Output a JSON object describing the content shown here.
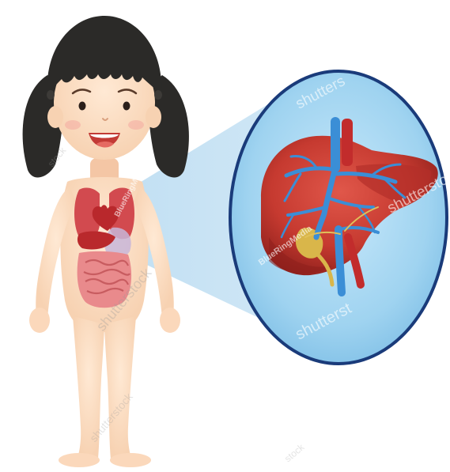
{
  "illustration": {
    "subject": "girl-body-liver",
    "watermarks": {
      "brand_large": "shutterstock",
      "brand_partial_1": "shutterst",
      "brand_partial_2": "shutters",
      "brand_partial_3": "shutterstock",
      "artist_1": "BlueRingMedia",
      "artist_2": "BlueRingMedia",
      "stock_small_1": "shutterstock",
      "stock_small_2": "stock",
      "stock_small_3": "stock"
    },
    "colors": {
      "hair": "#2b2a28",
      "skin": "#fde0c4",
      "skin_shade": "#f4c6a5",
      "mouth": "#c23a35",
      "organs": "#d9565a",
      "intestines": "#e98a8c",
      "lung": "#d24a4f",
      "highlight_beam": "#b7dbf3",
      "circle_fill": "#9fd3f0",
      "circle_border": "#1a3b7a",
      "liver": "#c9382f",
      "liver_dark": "#8f1f1c",
      "vein_blue": "#3b8ed6",
      "vessel_red": "#c22c2c",
      "gallbladder": "#d9b64a"
    }
  }
}
